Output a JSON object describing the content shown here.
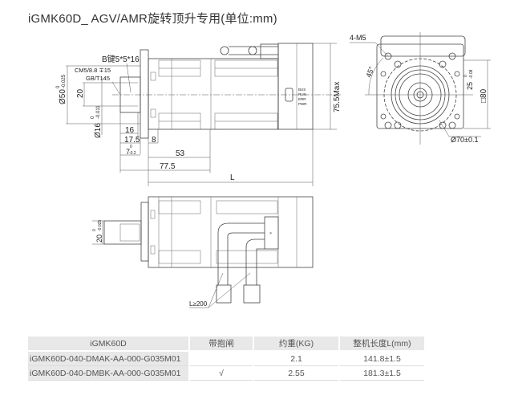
{
  "title": "iGMK60D_ AGV/AMR旋转顶升专用(单位:mm)",
  "drawing": {
    "key_label": "B键5*5*16",
    "thread_label": "CM5/8.8 ∓15",
    "standard_label": "GB/T145",
    "dia50": "Ø50",
    "dia50_tol_upper": "0",
    "dia50_tol_lower": "-0.025",
    "dim20": "20",
    "dia16": "Ø16",
    "dia16_tol_upper": "0",
    "dia16_tol_lower": "-0.011",
    "dim16": "16",
    "dim17_5": "17.5",
    "dim7": "7",
    "dim7_tol_upper": "0",
    "dim7_tol_lower": "-0.2",
    "dim8": "8",
    "dim53": "53",
    "dim77_5": "77.5",
    "dimL": "L",
    "height_max": "75.5Max",
    "leds": [
      "BUS",
      "RUN",
      "ERR",
      "PWR"
    ],
    "holes": "4-M5",
    "angle": "45°",
    "dim25": "25",
    "dim25_tol_upper": "0",
    "dim25_tol_lower": "-0.08",
    "square80": "□80",
    "dia70": "Ø70±0.1",
    "bottom_dim20": "20",
    "bottom_dim20_tol_upper": "0",
    "bottom_dim20_tol_lower": "-0.025",
    "cable_length": "L≥200"
  },
  "table": {
    "headers": [
      "iGMK60D",
      "带抱闸",
      "约重(KG)",
      "整机长度L(mm)"
    ],
    "rows": [
      [
        "iGMK60D-040-DMAK-AA-000-G035M01",
        "",
        "2.1",
        "141.8±1.5"
      ],
      [
        "iGMK60D-040-DMBK-AA-000-G035M01",
        "√",
        "2.55",
        "181.3±1.5"
      ]
    ]
  }
}
